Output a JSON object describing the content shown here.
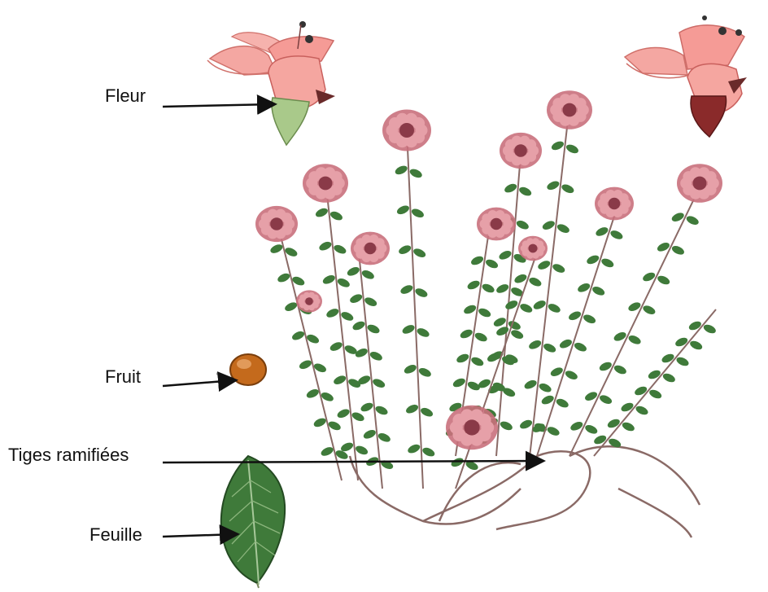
{
  "labels": {
    "fleur": "Fleur",
    "fruit": "Fruit",
    "tiges": "Tiges ramifiées",
    "feuille": "Feuille"
  },
  "colors": {
    "flower_pink": "#f39a9a",
    "flower_head": "#c9707c",
    "leaf_green": "#3f7a3a",
    "stem": "#8a6a66",
    "fruit": "#c46a1c",
    "arrow": "#111111"
  }
}
